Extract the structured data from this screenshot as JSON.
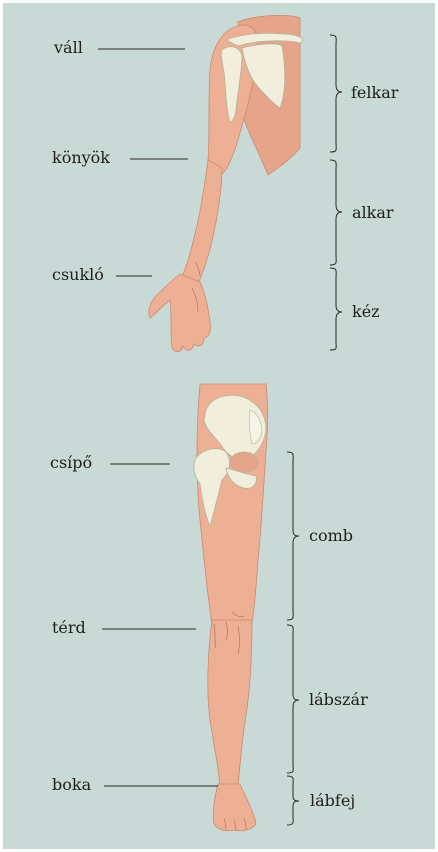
{
  "arm": {
    "joints": {
      "shoulder": "váll",
      "elbow": "könyök",
      "wrist": "csukló"
    },
    "segments": {
      "upper_arm": "felkar",
      "forearm": "alkar",
      "hand": "kéz"
    }
  },
  "leg": {
    "joints": {
      "hip": "csípő",
      "knee": "térd",
      "ankle": "boka"
    },
    "segments": {
      "thigh": "comb",
      "lower_leg": "lábszár",
      "foot": "lábfej"
    }
  },
  "colors": {
    "background": "#c9d9d6",
    "skin": "#e9a98e",
    "skin_shadow": "#d48c72",
    "bone": "#f1efdc",
    "line": "#2a2a2a"
  }
}
